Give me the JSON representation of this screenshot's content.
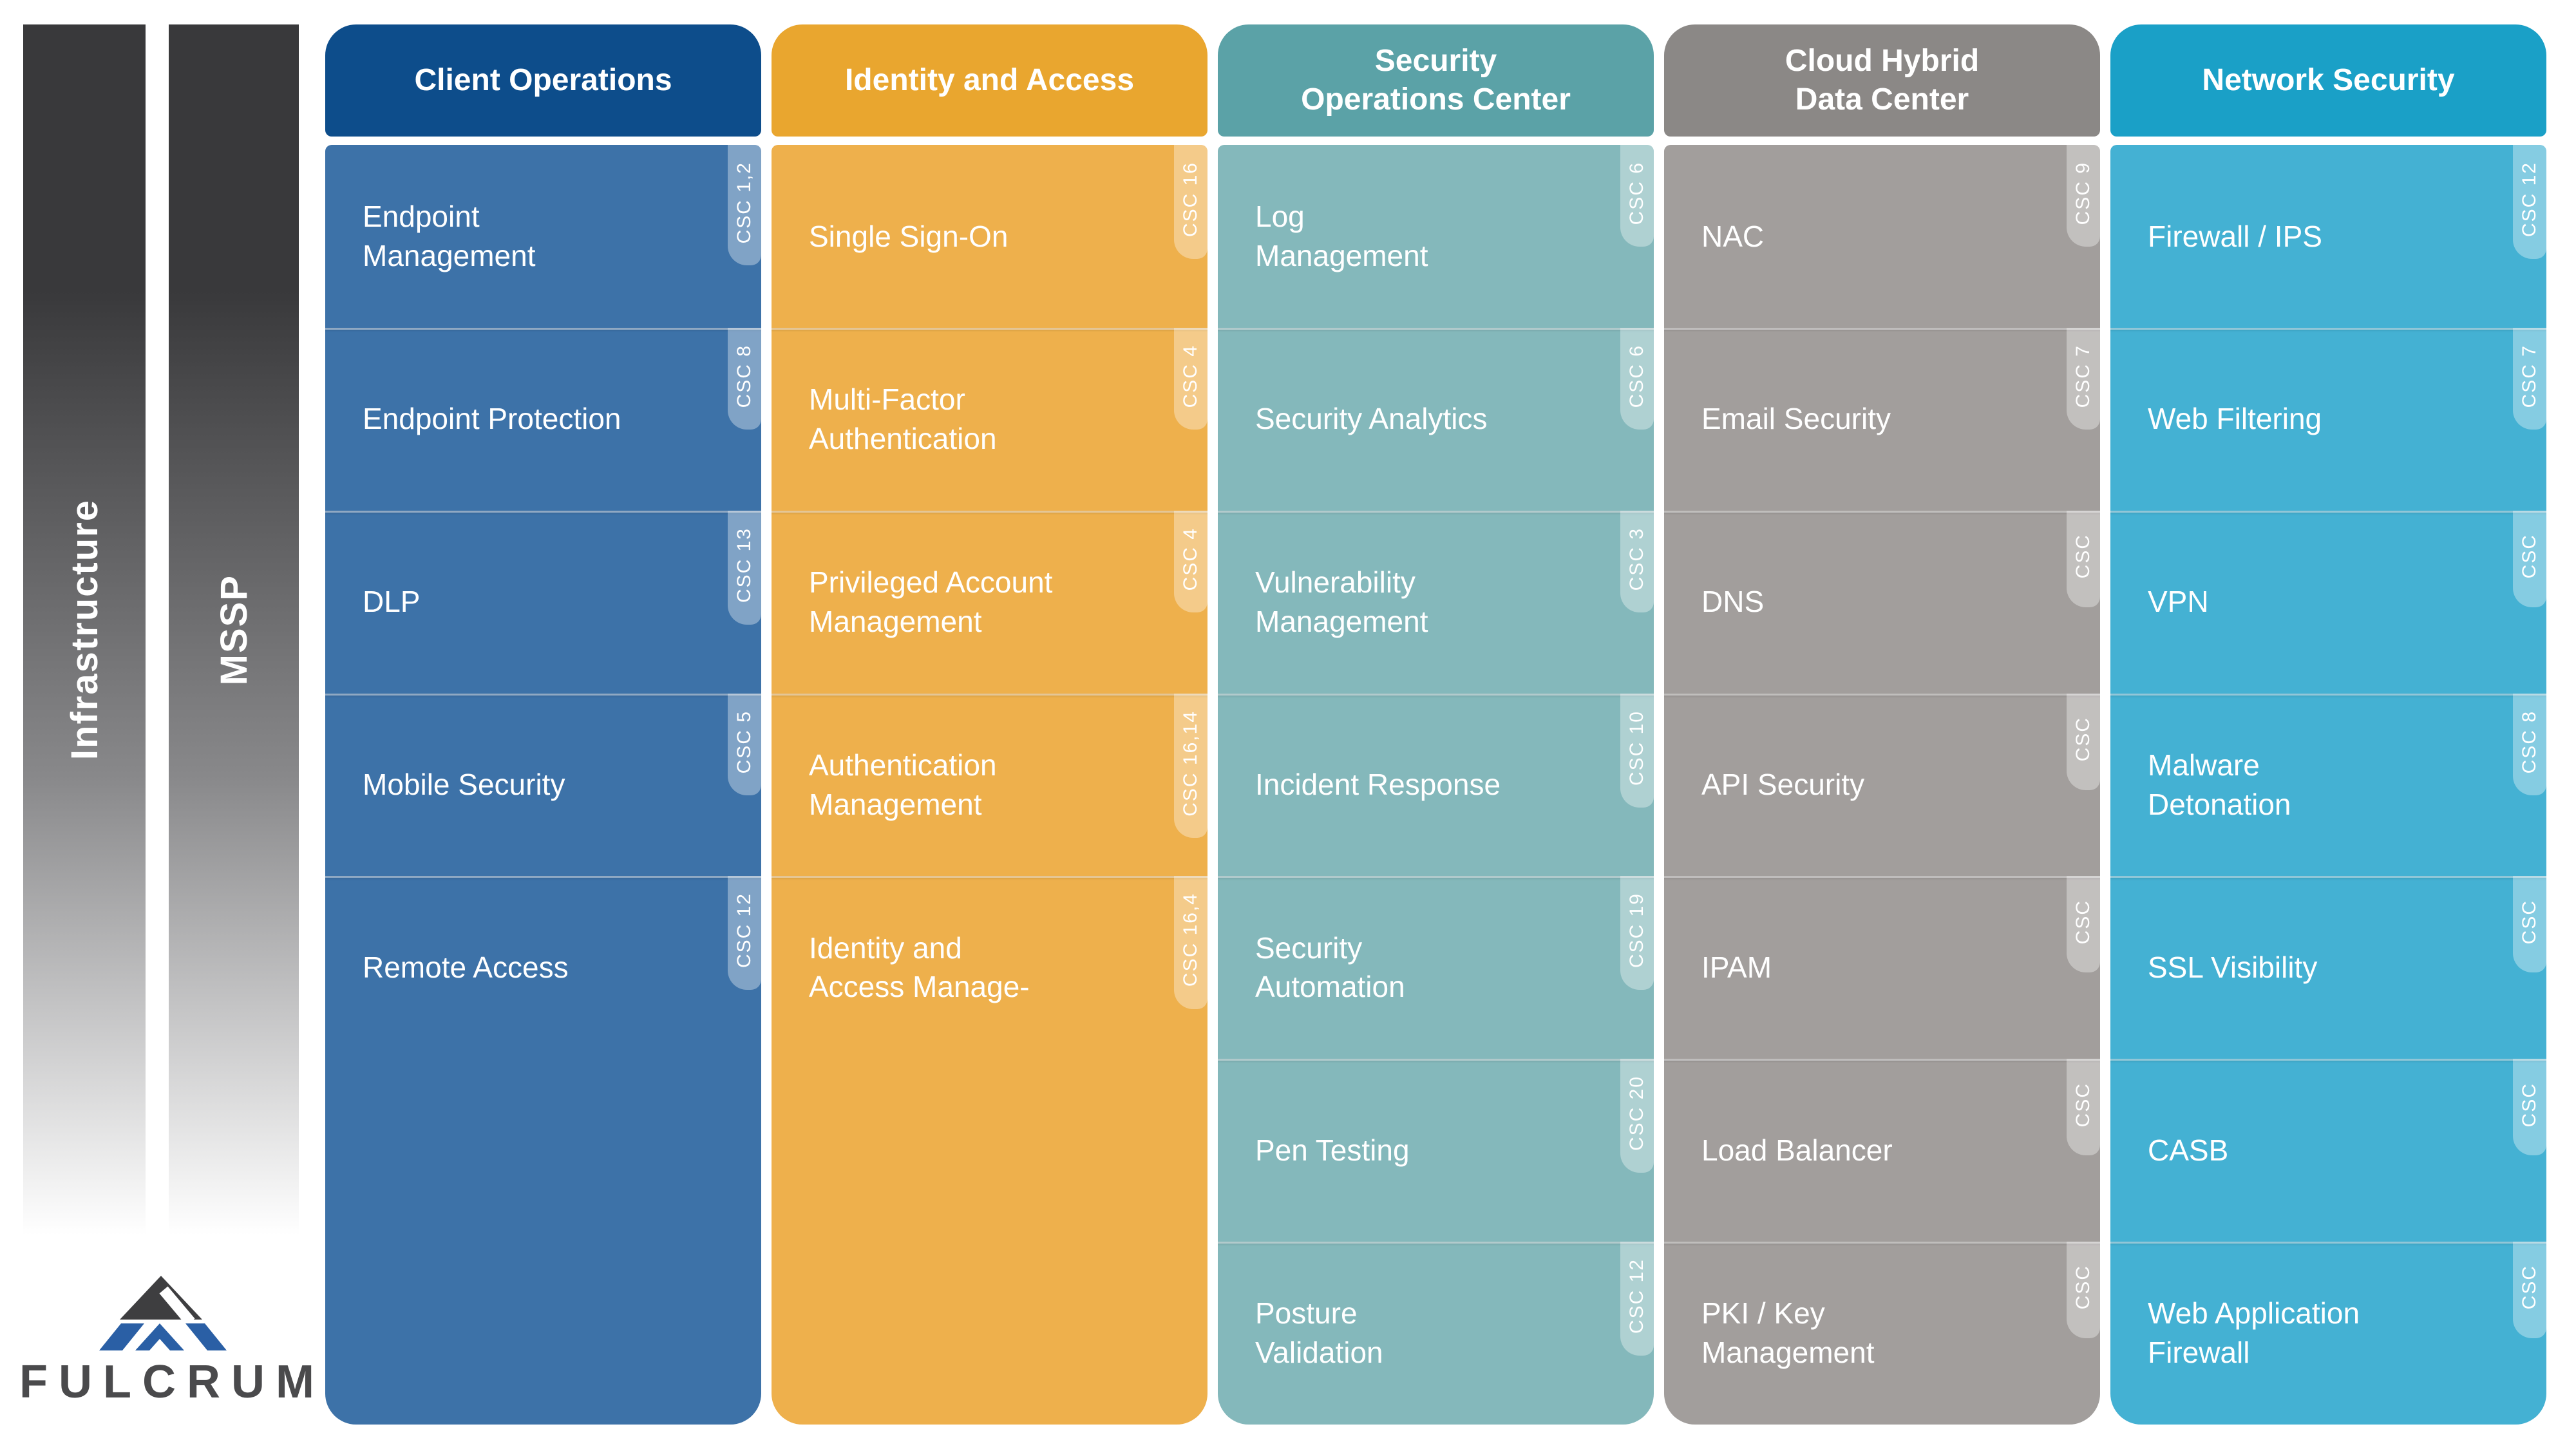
{
  "brand": {
    "name": "FULCRUM",
    "mark_dark": "#3e3e40",
    "mark_blue": "#2a5fa5",
    "text_color": "#4a4a4c"
  },
  "sidebar": {
    "gradient_top": "#39393b",
    "gradient_mid": "#88888a",
    "bars": [
      {
        "label": "Infrastructure"
      },
      {
        "label": "MSSP"
      }
    ]
  },
  "columns": [
    {
      "title": "Client Operations",
      "header_color": "#0d4d8b",
      "body_color": "#3d72a8",
      "cells": [
        {
          "label": "Endpoint\nManagement",
          "tag": "CSC 1,2"
        },
        {
          "label": "Endpoint Protection",
          "tag": "CSC 8"
        },
        {
          "label": "DLP",
          "tag": "CSC 13"
        },
        {
          "label": "Mobile Security",
          "tag": "CSC 5"
        },
        {
          "label": "Remote Access",
          "tag": "CSC 12"
        }
      ]
    },
    {
      "title": "Identity and Access",
      "header_color": "#e9a62f",
      "body_color": "#eeb04c",
      "cells": [
        {
          "label": "Single Sign-On",
          "tag": "CSC 16"
        },
        {
          "label": "Multi-Factor\nAuthentication",
          "tag": "CSC 4"
        },
        {
          "label": "Privileged Account\nManagement",
          "tag": "CSC 4"
        },
        {
          "label": "Authentication\nManagement",
          "tag": "CSC 16,14"
        },
        {
          "label": "Identity and\nAccess Manage-",
          "tag": "CSC 16,4"
        }
      ]
    },
    {
      "title": "Security\nOperations Center",
      "header_color": "#5ba2a7",
      "body_color": "#84b8bb",
      "cells": [
        {
          "label": "Log\nManagement",
          "tag": "CSC 6"
        },
        {
          "label": "Security Analytics",
          "tag": "CSC 6"
        },
        {
          "label": "Vulnerability\nManagement",
          "tag": "CSC 3"
        },
        {
          "label": "Incident Response",
          "tag": "CSC 10"
        },
        {
          "label": "Security\nAutomation",
          "tag": "CSC 19"
        },
        {
          "label": "Pen Testing",
          "tag": "CSC 20"
        },
        {
          "label": "Posture\nValidation",
          "tag": "CSC 12"
        }
      ]
    },
    {
      "title": "Cloud Hybrid\nData Center",
      "header_color": "#8b8886",
      "body_color": "#a29e9c",
      "cells": [
        {
          "label": "NAC",
          "tag": "CSC 9"
        },
        {
          "label": "Email Security",
          "tag": "CSC 7"
        },
        {
          "label": "DNS",
          "tag": "CSC"
        },
        {
          "label": "API Security",
          "tag": "CSC"
        },
        {
          "label": "IPAM",
          "tag": "CSC"
        },
        {
          "label": "Load Balancer",
          "tag": "CSC"
        },
        {
          "label": "PKI / Key\nManagement",
          "tag": "CSC"
        }
      ]
    },
    {
      "title": "Network Security",
      "header_color": "#1aa0c7",
      "body_color": "#44b1d3",
      "cells": [
        {
          "label": "Firewall / IPS",
          "tag": "CSC 12"
        },
        {
          "label": "Web Filtering",
          "tag": "CSC 7"
        },
        {
          "label": "VPN",
          "tag": "CSC"
        },
        {
          "label": "Malware\nDetonation",
          "tag": "CSC 8"
        },
        {
          "label": "SSL Visibility",
          "tag": "CSC"
        },
        {
          "label": "CASB",
          "tag": "CSC"
        },
        {
          "label": "Web Application\nFirewall",
          "tag": "CSC"
        }
      ]
    }
  ]
}
